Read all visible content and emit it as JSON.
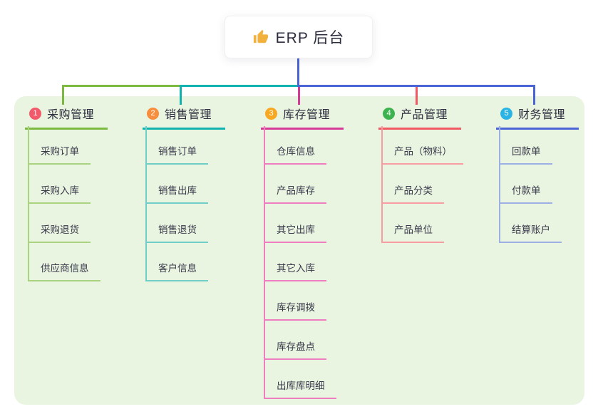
{
  "root": {
    "label": "ERP 后台",
    "icon": "thumbs-up",
    "icon_color": "#f2b13c"
  },
  "panel_color": "#e9f5e1",
  "root_line_color": "#4a64d6",
  "branches": [
    {
      "index": "1",
      "label": "采购管理",
      "badge_color": "#f25a6b",
      "line_color": "#7cb93f",
      "sub_line_color": "#a9d37e",
      "children": [
        "采购订单",
        "采购入库",
        "采购退货",
        "供应商信息"
      ]
    },
    {
      "index": "2",
      "label": "销售管理",
      "badge_color": "#f78e3d",
      "line_color": "#12b2ae",
      "sub_line_color": "#6fcfc8",
      "children": [
        "销售订单",
        "销售出库",
        "销售退货",
        "客户信息"
      ]
    },
    {
      "index": "3",
      "label": "库存管理",
      "badge_color": "#f7a823",
      "line_color": "#d53a98",
      "sub_line_color": "#ee7ec0",
      "children": [
        "仓库信息",
        "产品库存",
        "其它出库",
        "其它入库",
        "库存调拨",
        "库存盘点",
        "出库库明细"
      ]
    },
    {
      "index": "4",
      "label": "产品管理",
      "badge_color": "#3db34f",
      "line_color": "#f25862",
      "sub_line_color": "#f79ca0",
      "children": [
        "产品（物料）",
        "产品分类",
        "产品单位"
      ]
    },
    {
      "index": "5",
      "label": "财务管理",
      "badge_color": "#2bb3e4",
      "line_color": "#4a64d6",
      "sub_line_color": "#9cb0e5",
      "children": [
        "回款单",
        "付款单",
        "结算账户"
      ]
    }
  ]
}
